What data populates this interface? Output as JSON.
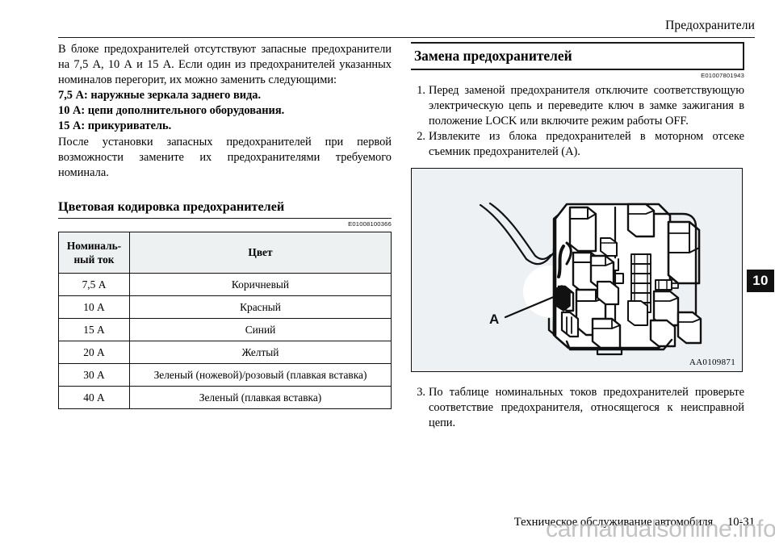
{
  "header": {
    "title": "Предохранители"
  },
  "chapter_tab": {
    "number": "10"
  },
  "left_column": {
    "intro_paragraph": "В блоке предохранителей отсутствуют запасные предохранители на 7,5 А, 10 А и 15 А. Если один из предохранителей указанных номиналов перегорит, их можно заменить следующими:",
    "bold_lines": [
      "7,5 А: наружные зеркала заднего вида.",
      "10 А: цепи дополнительного оборудования.",
      "15 А: прикуриватель."
    ],
    "closing_paragraph": "После установки запасных предохранителей при первой возможности замените их предохранителями требуемого номинала.",
    "section_heading": "Цветовая кодировка предохранителей",
    "section_ecode": "E01008100366",
    "table": {
      "headers": [
        "Номиналь-\nный ток",
        "Цвет"
      ],
      "header_rating": "Номиналь-",
      "header_rating_2": "ный ток",
      "header_color": "Цвет",
      "rows": [
        {
          "rating": "7,5 А",
          "color": "Коричневый"
        },
        {
          "rating": "10 А",
          "color": "Красный"
        },
        {
          "rating": "15 А",
          "color": "Синий"
        },
        {
          "rating": "20 А",
          "color": "Желтый"
        },
        {
          "rating": "30 А",
          "color": "Зеленый (ножевой)/розовый (плавкая вставка)"
        },
        {
          "rating": "40 А",
          "color": "Зеленый (плавкая вставка)"
        }
      ]
    }
  },
  "right_column": {
    "section_heading": "Замена предохранителей",
    "section_ecode": "E01007801943",
    "steps": [
      {
        "num": "1.",
        "text": "Перед заменой предохранителя отключите соответствующую электрическую цепь и переведите ключ в замке зажигания в положение LOCK или включите режим работы OFF."
      },
      {
        "num": "2.",
        "text": "Извлеките из блока предохранителей в моторном отсеке съемник предохранителей (A)."
      }
    ],
    "steps_after_figure": [
      {
        "num": "3.",
        "text": "По таблице номинальных токов предохранителей проверьте соответствие предохранителя, относящегося к неисправной цепи."
      }
    ],
    "figure": {
      "callout_label": "A",
      "code": "AA0109871"
    }
  },
  "footer": {
    "section_title": "Техническое обслуживание автомобиля",
    "page_number": "10-31"
  },
  "watermark": {
    "text": "carmanualsonline.info"
  },
  "colors": {
    "rule": "#1a1a1a",
    "table_header_fill": "#eef1f1",
    "figure_fill": "#eef1f4",
    "tab_fill": "#111111",
    "watermark": "#b9b9b9"
  }
}
